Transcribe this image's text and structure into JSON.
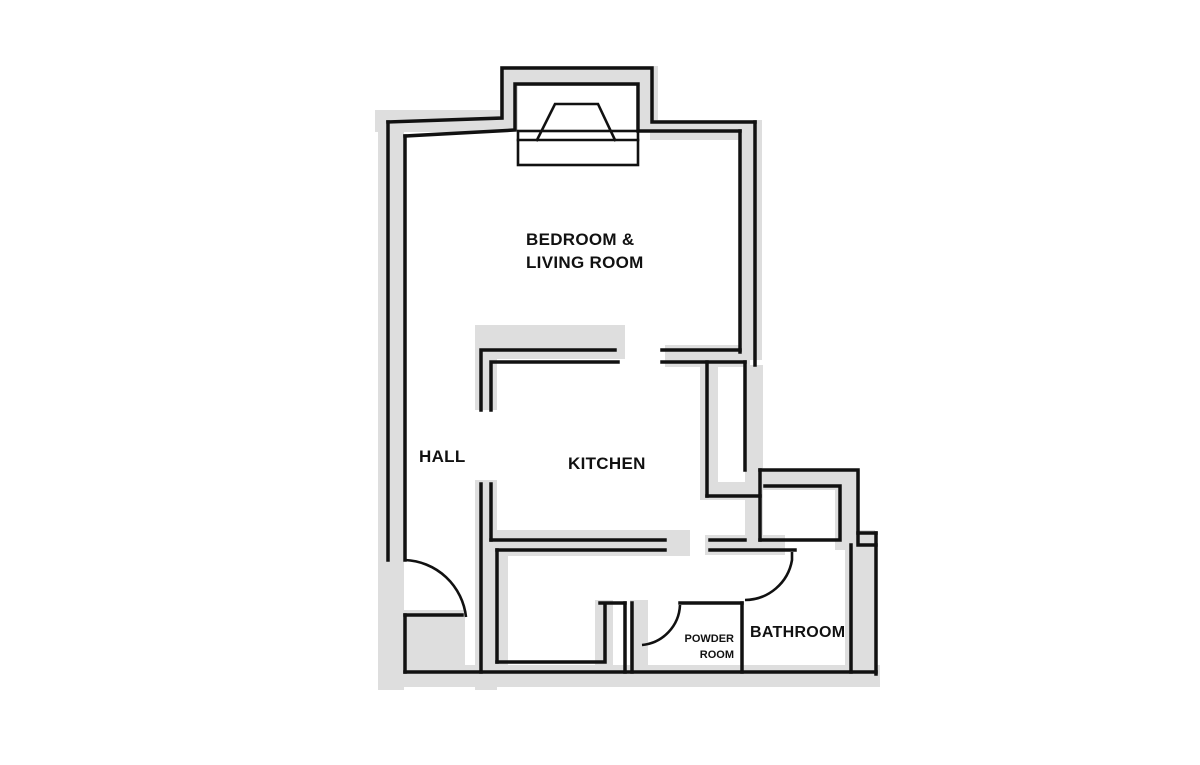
{
  "floor_plan": {
    "rooms": [
      {
        "id": "bedroom",
        "label": "BEDROOM &\nLIVING ROOM"
      },
      {
        "id": "kitchen",
        "label": "KITCHEN"
      },
      {
        "id": "hall",
        "label": "HALL"
      },
      {
        "id": "powder",
        "label": "POWDER\nROOM"
      },
      {
        "id": "bath",
        "label": "BATHROOM"
      }
    ],
    "colors": {
      "wall": "#111111",
      "shadow": "#dedede",
      "background": "#ffffff"
    }
  }
}
